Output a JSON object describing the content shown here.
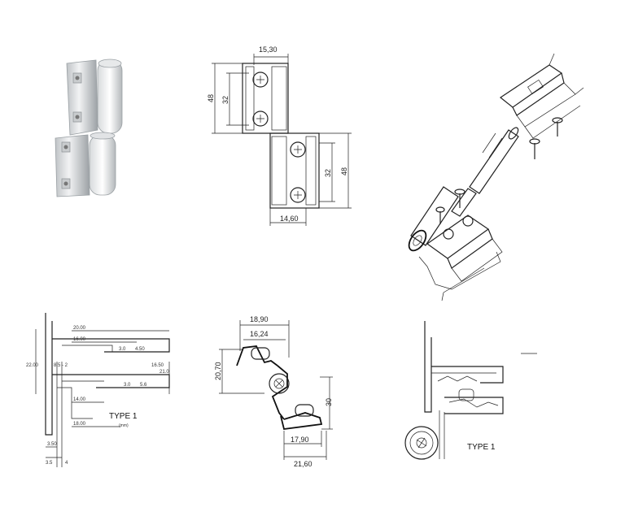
{
  "photo_hinge": {
    "alt_name": "hinge-photo"
  },
  "front_view": {
    "top_width": "15,30",
    "top_outer_height": "48",
    "top_inner_height": "32",
    "bottom_inner_height": "32",
    "bottom_outer_height": "48",
    "bottom_width": "14,60"
  },
  "profile_left": {
    "dims": [
      "20.00",
      "16.00",
      "3.0",
      "4.50",
      "22.00",
      "8.5 - 2",
      "16.50",
      "21.0",
      "3.0",
      "5.6",
      "14.00",
      "18.00",
      "3.50",
      "3.5",
      "4"
    ],
    "type_label": "TYPE 1",
    "unit_label": "(mm)"
  },
  "section_middle": {
    "top_width_outer": "18,90",
    "top_width_inner": "16,24",
    "left_height": "20,70",
    "right_height": "30",
    "bottom_width_inner": "17,90",
    "bottom_width_outer": "21,60"
  },
  "profile_right": {
    "type_label": "TYPE 1"
  }
}
